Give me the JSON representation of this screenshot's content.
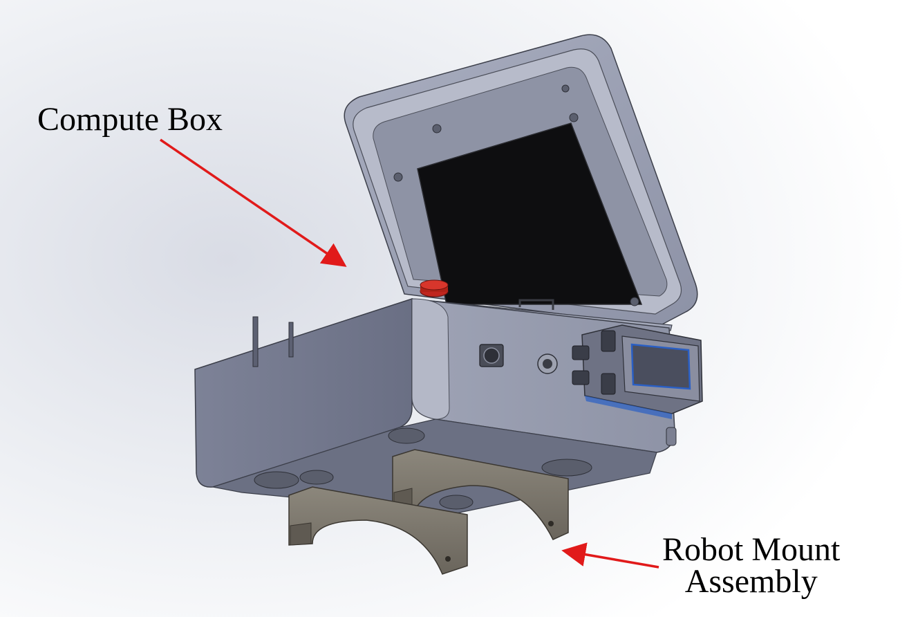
{
  "labels": {
    "compute_box": "Compute Box",
    "robot_mount_line1": "Robot Mount",
    "robot_mount_line2": "Assembly"
  },
  "colors": {
    "arrow": "#e11a1a",
    "box_body": "#8a8fa3",
    "box_body_dark": "#6f7488",
    "lid": "#9a9fb2",
    "screen": "#0e0e10",
    "mount": "#7d786e",
    "mount_dark": "#5f5a52",
    "button_red": "#c0261f",
    "camera_accent": "#2a5fc4",
    "background_gray": "#e3e5ec"
  },
  "icons": {
    "arrow_compute": "red-arrow-icon",
    "arrow_mount": "red-arrow-icon"
  }
}
